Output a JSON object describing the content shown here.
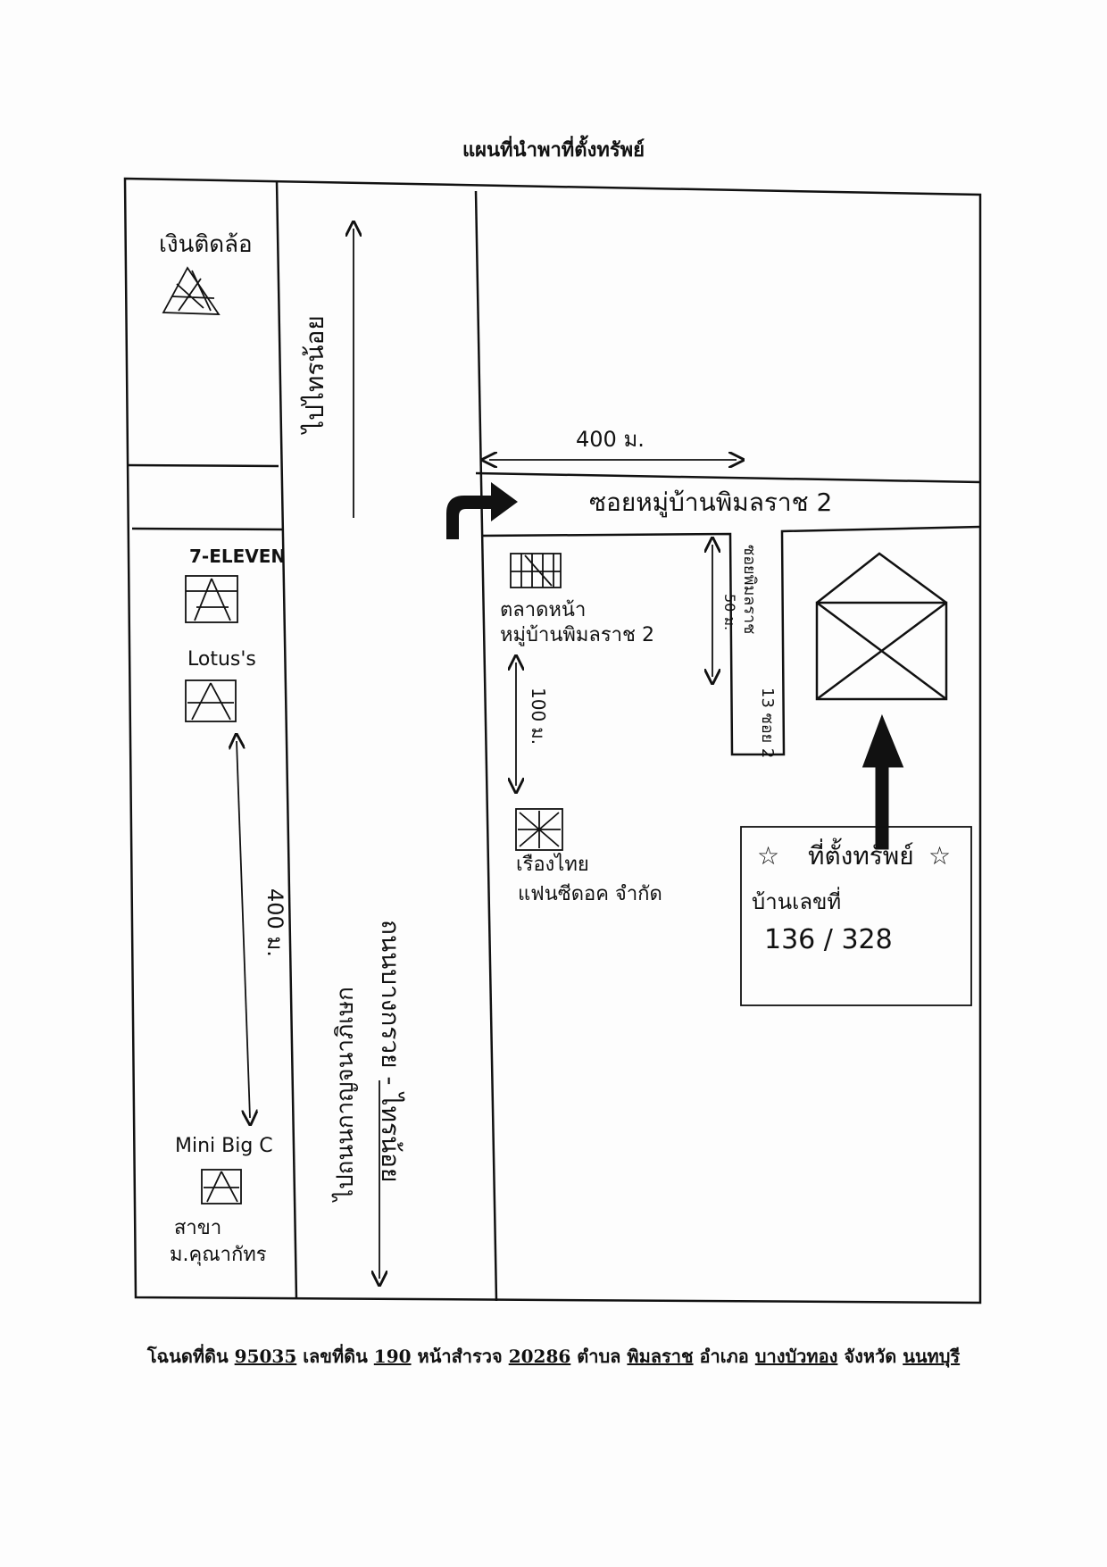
{
  "title": "แผนที่นำพาที่ตั้งทรัพย์",
  "labels": {
    "pawn_shop": "เงินติดล้อ",
    "road_north": "ไปไทรน้อย",
    "road_main": "ถนนบางกรวย - ไทรน้อย",
    "road_south": "ไปถนนกาญจนาภิเษก",
    "soi_name": "ซอยหมู่บ้านพิมลราช 2",
    "dist_soi": "400 ม.",
    "seven_eleven": "7-ELEVEN",
    "lotus": "Lotus's",
    "dist_left": "400 ม.",
    "mini_bigc": "Mini Big C",
    "branch_line1": "สาขา",
    "branch_line2": "ม.คุณากัทร",
    "market_line1": "ตลาดหน้า",
    "market_line2": "หมู่บ้านพิมลราช 2",
    "dist_market": "100 ม.",
    "furniture_line1": "เรืองไทย",
    "furniture_line2": "แฟนซีดอค จำกัด",
    "dist_side": "50 ม.",
    "side_soi_line1": "ซอยพิมลราช",
    "side_soi_line2": "13 ซอย 2",
    "property_title": "ที่ตั้งทรัพย์",
    "house_no_label": "บ้านเลขที่",
    "house_no": "136 / 328"
  },
  "footer": {
    "deed_label": "โฉนดที่ดิน",
    "deed_no": "95035",
    "land_label": "เลขที่ดิน",
    "land_no": "190",
    "survey_label": "หน้าสำรวจ",
    "survey_no": "20286",
    "subdistrict_label": "ตำบล",
    "subdistrict": "พิมลราช",
    "district_label": "อำเภอ",
    "district": "บางบัวทอง",
    "province_label": "จังหวัด",
    "province": "นนทบุรี"
  }
}
